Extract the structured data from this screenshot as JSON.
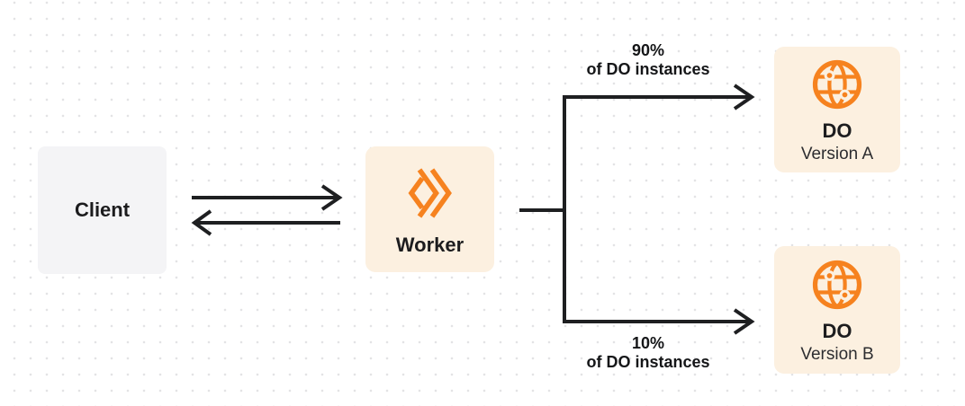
{
  "diagram": {
    "background": "#ffffff",
    "dot_color": "#e3e3e5",
    "connector_color": "#1e1f21",
    "accent_orange": "#f6821f",
    "panel_cream": "#fcf0e0",
    "panel_gray": "#f4f4f6"
  },
  "client": {
    "label": "Client"
  },
  "worker": {
    "label": "Worker",
    "icon": "cloudflare-workers-icon"
  },
  "branches": {
    "top": {
      "percent": "90%",
      "caption": "of DO instances"
    },
    "bottom": {
      "percent": "10%",
      "caption": "of DO instances"
    }
  },
  "durable_objects": [
    {
      "title": "DO",
      "subtitle": "Version A",
      "icon": "durable-object-globe-icon"
    },
    {
      "title": "DO",
      "subtitle": "Version B",
      "icon": "durable-object-globe-icon"
    }
  ]
}
